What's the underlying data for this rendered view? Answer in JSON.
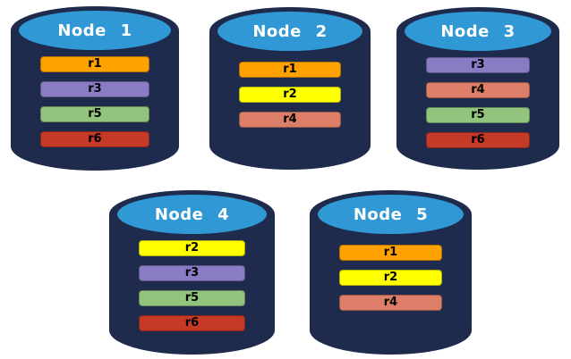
{
  "diagram": {
    "background_color": "#FFFFFF",
    "cylinder_body_color": "#1F2B4D",
    "cylinder_top_color": "#3099D5",
    "node_label_color": "#FFFFFF",
    "replica_label_color": "#000000"
  },
  "replica_colors": {
    "r1": "#FFA200",
    "r2": "#FFFF00",
    "r3": "#8A7CC4",
    "r4": "#DC7E68",
    "r5": "#93C47D",
    "r6": "#C43A26"
  },
  "nodes": [
    {
      "label": "Node 1",
      "replicas": [
        "r1",
        "r3",
        "r5",
        "r6"
      ]
    },
    {
      "label": "Node 2",
      "replicas": [
        "r1",
        "r2",
        "r4"
      ]
    },
    {
      "label": "Node 3",
      "replicas": [
        "r3",
        "r4",
        "r5",
        "r6"
      ]
    },
    {
      "label": "Node 4",
      "replicas": [
        "r2",
        "r3",
        "r5",
        "r6"
      ]
    },
    {
      "label": "Node 5",
      "replicas": [
        "r1",
        "r2",
        "r4"
      ]
    }
  ]
}
